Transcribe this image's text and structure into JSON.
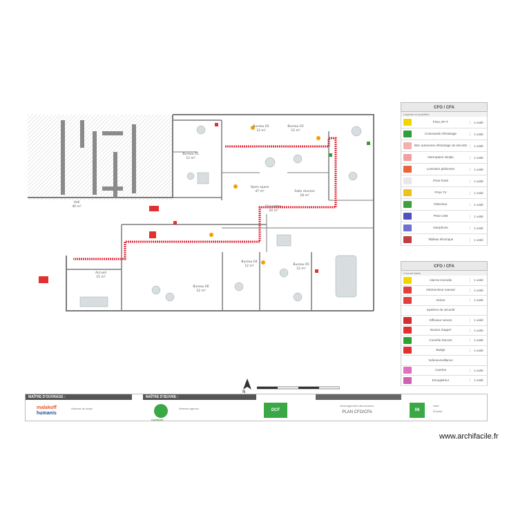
{
  "plan": {
    "room_labels": [
      {
        "text": "Bureau 01",
        "area": "12 m²"
      },
      {
        "text": "Bureau 02",
        "area": "12 m²"
      },
      {
        "text": "Bureau 03",
        "area": "12 m²"
      },
      {
        "text": "Bureau 04",
        "area": "12 m²"
      },
      {
        "text": "Bureau 05",
        "area": "12 m²"
      },
      {
        "text": "Bureau 06",
        "area": "12 m²"
      },
      {
        "text": "Open space",
        "area": "47 m²"
      },
      {
        "text": "Salle réunion",
        "area": "18 m²"
      },
      {
        "text": "Circulation",
        "area": "24 m²"
      },
      {
        "text": "Accueil",
        "area": "15 m²"
      },
      {
        "text": "Hall",
        "area": "40 m²"
      }
    ]
  },
  "legend": {
    "cfo": {
      "title": "CFO / CFA",
      "subheader": "Légende et quantités",
      "items": [
        {
          "label": "Prise 2P+T",
          "count": "1 unité",
          "color": "#f2d600"
        },
        {
          "label": "Commande d'éclairage",
          "count": "1 unité",
          "color": "#2e9e3e"
        },
        {
          "label": "Bloc autonome d'éclairage de sécurité",
          "count": "1 unité",
          "color": "#f2b0b0"
        },
        {
          "label": "Interrupteur simple",
          "count": "1 unité",
          "color": "#f0a0a0"
        },
        {
          "label": "Luminaire plafonnier",
          "count": "1 unité",
          "color": "#e8663a"
        },
        {
          "label": "Prise RJ45",
          "count": "1 unité",
          "color": "#e8e8e8"
        },
        {
          "label": "Prise TV",
          "count": "1 unité",
          "color": "#f0c020"
        },
        {
          "label": "Détecteur",
          "count": "1 unité",
          "color": "#3aa040"
        },
        {
          "label": "Prise USB",
          "count": "1 unité",
          "color": "#5050c0"
        },
        {
          "label": "Interphone",
          "count": "1 unité",
          "color": "#7070d0"
        },
        {
          "label": "Tableau électrique",
          "count": "1 unité",
          "color": "#c04040"
        }
      ]
    },
    "cfa": {
      "title": "CFO / CFA",
      "subheader": "Courant faible",
      "items": [
        {
          "label": "Alarme incendie",
          "count": "1 unité",
          "color": "#f2d600"
        },
        {
          "label": "Déclencheur manuel",
          "count": "1 unité",
          "color": "#e04040"
        },
        {
          "label": "Sirène",
          "count": "1 unité",
          "color": "#e04040"
        },
        {
          "label": "Système de sécurité",
          "count": "",
          "color": ""
        },
        {
          "label": "Diffuseur sonore",
          "count": "1 unité",
          "color": "#d03030"
        },
        {
          "label": "Bouton d'appel",
          "count": "1 unité",
          "color": "#e03030"
        },
        {
          "label": "Contrôle d'accès",
          "count": "1 unité",
          "color": "#30a030"
        },
        {
          "label": "Badge",
          "count": "1 unité",
          "color": "#e03030"
        },
        {
          "label": "Vidéosurveillance",
          "count": "",
          "color": ""
        },
        {
          "label": "Caméra",
          "count": "1 unité",
          "color": "#e070c0"
        },
        {
          "label": "Enregistreur",
          "count": "1 unité",
          "color": "#d060b0"
        }
      ]
    }
  },
  "titleblock": {
    "maitre_ouvrage_label": "MAÎTRE D'OUVRAGE :",
    "maitre_oeuvre_label": "MAÎTRE D'ŒUVRE :",
    "client_name_1": "malakoff",
    "client_name_2": "humanis",
    "client_address": "Adresse du siège",
    "moe_name": "Cumulus",
    "moe_address": "Adresse agence",
    "project_line": "Aménagement des bureaux",
    "plan_name": "PLAN CFO/CFA",
    "badge_dcf": "DCF",
    "badge_08": "08",
    "date_label": "Date :",
    "scale_label": "Échelle :"
  },
  "north_label": "N",
  "watermark": "www.archifacile.fr",
  "colors": {
    "wall": "#777777",
    "cable_tray": "#e03040",
    "legend_border": "#bbbbbb",
    "brand_orange": "#e8552b",
    "brand_blue": "#1f4e91",
    "brand_green": "#3aa845"
  }
}
